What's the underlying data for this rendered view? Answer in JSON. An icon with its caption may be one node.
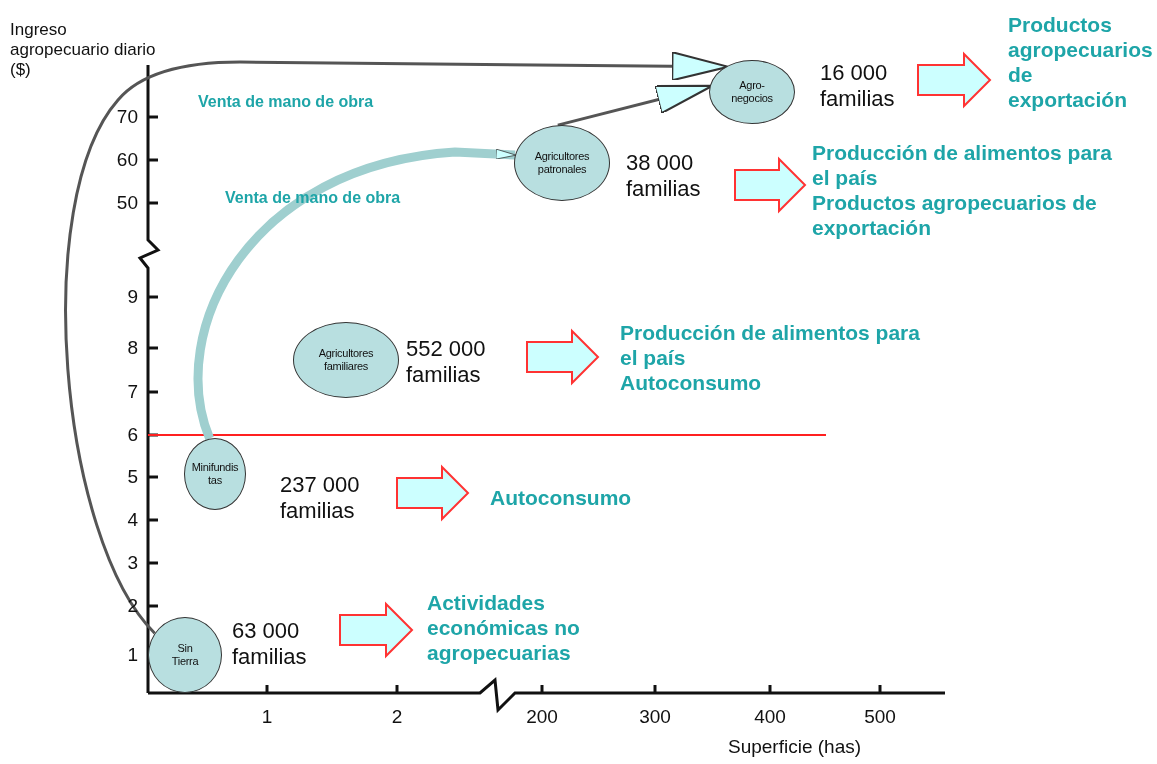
{
  "diagram": {
    "nodes": [
      {
        "text": [
          "Sin Tierra"
        ],
        "beside": [
          "63 000 familias"
        ]
      },
      {
        "text": [
          "Minifundistas"
        ],
        "beside": [
          "237 000 familias"
        ]
      },
      {
        "text": [
          "Agricultores familiares"
        ],
        "beside": [
          "552 000 familias"
        ]
      },
      {
        "text": [
          "Agricultores patronales"
        ],
        "beside": [
          "38 000 familias"
        ]
      },
      {
        "text": [
          "Agro-negocios"
        ],
        "beside": [
          "16 000 familias"
        ]
      },
      {
        "text": [
          "Actividades económicas no agropecuarias"
        ]
      },
      {
        "text": [
          "Autoconsumo"
        ]
      },
      {
        "text": [
          "Producción de alimentos para el país",
          "Autoconsumo"
        ]
      },
      {
        "text": [
          "Producción de alimentos para el país",
          "Productos agropecuarios de exportación"
        ]
      },
      {
        "text": [
          "Productos agropecuarios de exportación"
        ]
      }
    ],
    "edges": [
      {
        "from": 0,
        "to": 5,
        "arrow": "to",
        "style": "thick"
      },
      {
        "from": 1,
        "to": 6,
        "arrow": "to",
        "style": "thick"
      },
      {
        "from": 2,
        "to": 7,
        "arrow": "to",
        "style": "thick"
      },
      {
        "from": 3,
        "to": 8,
        "arrow": "to",
        "style": "thick"
      },
      {
        "from": 4,
        "to": 9,
        "arrow": "to",
        "style": "thick"
      },
      {
        "from": 0,
        "to": 4,
        "arrow": "to",
        "label": "Venta de mano de obra",
        "color": "#555555"
      },
      {
        "from": 1,
        "to": 3,
        "arrow": "to",
        "label": "Venta de mano de obra",
        "style": "thick",
        "color": "#9fcfcf"
      },
      {
        "from": 3,
        "to": 4,
        "arrow": "to",
        "color": "#555555"
      }
    ],
    "labels": [
      "Ingreso agropecuario diario ($)",
      "70",
      "60",
      "50",
      "9",
      "8",
      "7",
      "6",
      "5",
      "4",
      "3",
      "2",
      "1",
      "1",
      "2",
      "200",
      "300",
      "400",
      "500",
      "Superficie (has)"
    ]
  }
}
